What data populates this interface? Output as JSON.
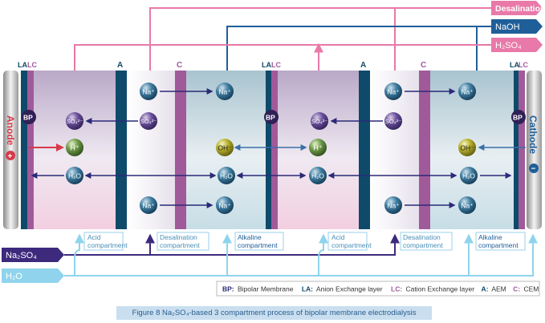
{
  "outputs": {
    "desalination": "Desalination",
    "naoh": "NaOH",
    "h2so4": "H₂SO₄"
  },
  "inputs": {
    "na2so4": "Na₂SO₄",
    "h2o": "H₂O"
  },
  "electrodes": {
    "anode": "Anode",
    "anode_sign": "+",
    "cathode": "Cathode",
    "cathode_sign": "−"
  },
  "membranes": {
    "la": "LA",
    "lc": "LC",
    "aem": "A",
    "cem": "C",
    "bp": "BP"
  },
  "ions": {
    "na": "Na⁺",
    "so4": "SO₄²⁻",
    "h": "H⁺",
    "oh": "OH⁻",
    "h2o": "H₂O"
  },
  "compartments": {
    "acid": [
      "Acid",
      "compartment"
    ],
    "desalination": [
      "Desalination",
      "compartment"
    ],
    "alkaline": [
      "Alkaline",
      "compartment"
    ]
  },
  "legend": {
    "bp_key": "BP:",
    "bp_text": "Bipolar Membrane",
    "la_key": "LA:",
    "la_text": "Anion Exchange layer",
    "lc_key": "LC:",
    "lc_text": "Cation Exchange layer",
    "a_key": "A:",
    "a_text": "AEM",
    "c_key": "C:",
    "c_text": "CEM"
  },
  "caption": "Figure 8 Na₂SO₄-based 3 compartment process of bipolar membrane electrodialysis",
  "colors": {
    "pink": "#e879a8",
    "dark_blue": "#1f5f99",
    "light_blue": "#8fd4ec",
    "purple": "#3d2a7c",
    "aem": "#0f4a6a",
    "cem": "#a05a9a",
    "red_arrow": "#d63a4a"
  }
}
